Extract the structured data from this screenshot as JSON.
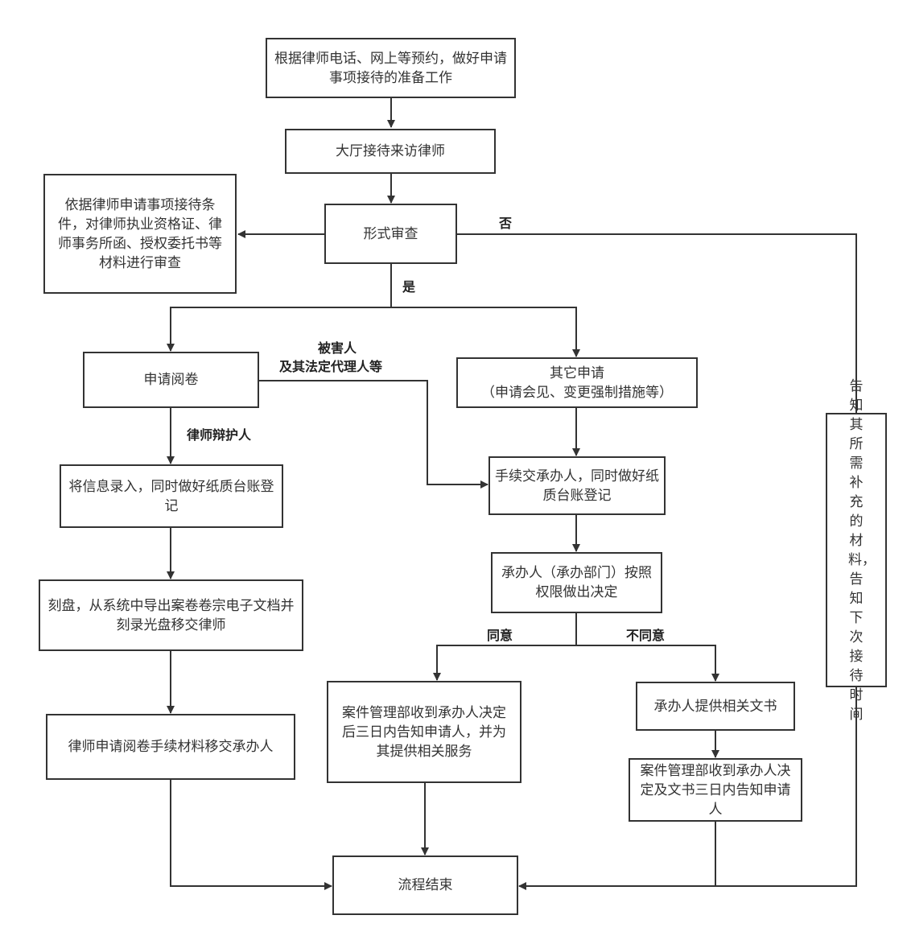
{
  "nodes": {
    "prepare": "根据律师电话、网上等预约，做好申请事项接待的准备工作",
    "reception": "大厅接待来访律师",
    "formal_review": "形式审查",
    "review_basis": "依据律师申请事项接待条件，对律师执业资格证、律师事务所函、授权委托书等材料进行审查",
    "apply_read": "申请阅卷",
    "other_apply_title": "其它申请",
    "other_apply_detail": "（申请会见、变更强制措施等）",
    "handover": "手续交承办人，同时做好纸质台账登记",
    "enter_info": "将信息录入，同时做好纸质台账登记",
    "decision": "承办人（承办部门）按照权限做出决定",
    "burn_disc": "刻盘，从系统中导出案卷卷宗电子文档并刻录光盘移交律师",
    "lawyer_transfer": "律师申请阅卷手续材料移交承办人",
    "notify_agree": "案件管理部收到承办人决定后三日内告知申请人，并为其提供相关服务",
    "provide_docs": "承办人提供相关文书",
    "notify_disagree": "案件管理部收到承办人决定及文书三日内告知申请人",
    "notify_missing": "告知其所需补充的材料，告知下次接待时间",
    "end": "流程结束"
  },
  "labels": {
    "no": "否",
    "yes": "是",
    "victim_line1": "被害人",
    "victim_line2": "及其法定代理人等",
    "defense_lawyer": "律师辩护人",
    "agree": "同意",
    "disagree": "不同意"
  },
  "colors": {
    "line": "#333333",
    "border": "#333333",
    "text": "#333333"
  }
}
